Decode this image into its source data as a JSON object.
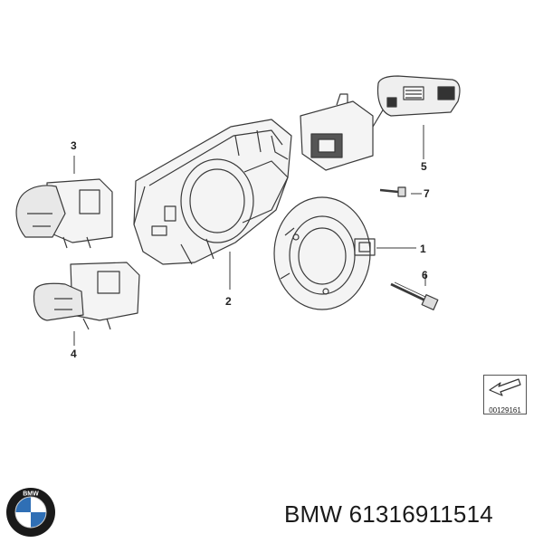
{
  "callouts": {
    "c1": "1",
    "c2": "2",
    "c3": "3",
    "c4": "4",
    "c5": "5",
    "c6": "6",
    "c7": "7"
  },
  "reference_code": "00129161",
  "part_number": "BMW 61316911514",
  "logo": {
    "letters": "BMW",
    "colors": {
      "blue": "#2f6fb5",
      "white": "#ffffff",
      "ring": "#1a1a1a"
    }
  },
  "line_color": "#3a3a3a"
}
